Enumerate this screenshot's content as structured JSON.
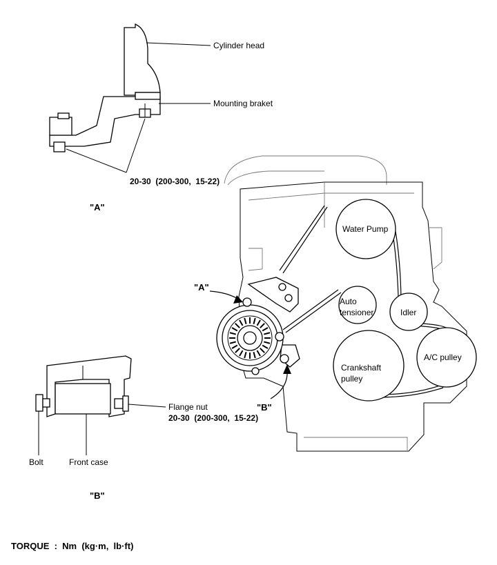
{
  "labels": {
    "cylinder_head": "Cylinder head",
    "mounting_braket": "Mounting braket",
    "torque_a": "20-30  (200-300,  15-22)",
    "view_a": "\"A\"",
    "view_a_pointer": "\"A\"",
    "water_pump": "Water Pump",
    "auto_tensioner_1": "Auto",
    "auto_tensioner_2": "tensioner",
    "idler": "Idler",
    "crankshaft_pulley_1": "Crankshaft",
    "crankshaft_pulley_2": "pulley",
    "ac_pulley": "A/C pulley",
    "view_b_pointer": "\"B\"",
    "flange_nut": "Flange nut",
    "torque_b": "20-30  (200-300,  15-22)",
    "bolt": "Bolt",
    "front_case": "Front case",
    "view_b": "\"B\"",
    "torque_units": "TORQUE  :  Nm  (kg·m,  lb·ft)"
  }
}
